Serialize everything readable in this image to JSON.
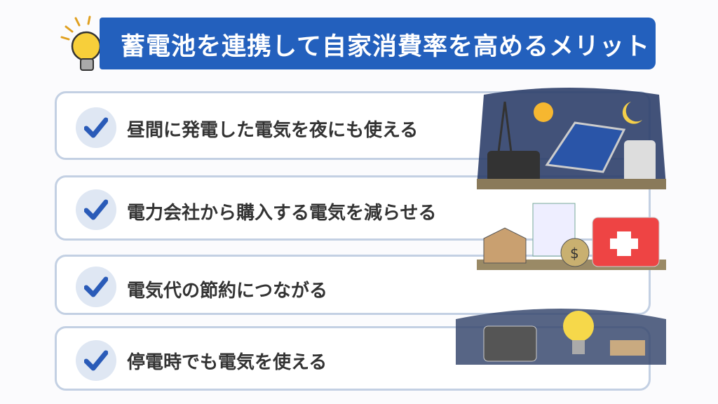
{
  "title": "蓄電池を連携して自家消費率を高めるメリット",
  "items": [
    {
      "label": "昼間に発電した電気を夜にも使える"
    },
    {
      "label": "電力会社から購入する電気を減らせる"
    },
    {
      "label": "電気代の節約につながる"
    },
    {
      "label": "停電時でも電気を使える"
    }
  ],
  "colors": {
    "banner": "#2360bd",
    "check": "#2a5bb8",
    "card_border": "#c3d0e3"
  },
  "icons": [
    "lightbulb-icon",
    "check-icon",
    "solar-night-illustration",
    "savings-illustration",
    "emergency-illustration"
  ]
}
